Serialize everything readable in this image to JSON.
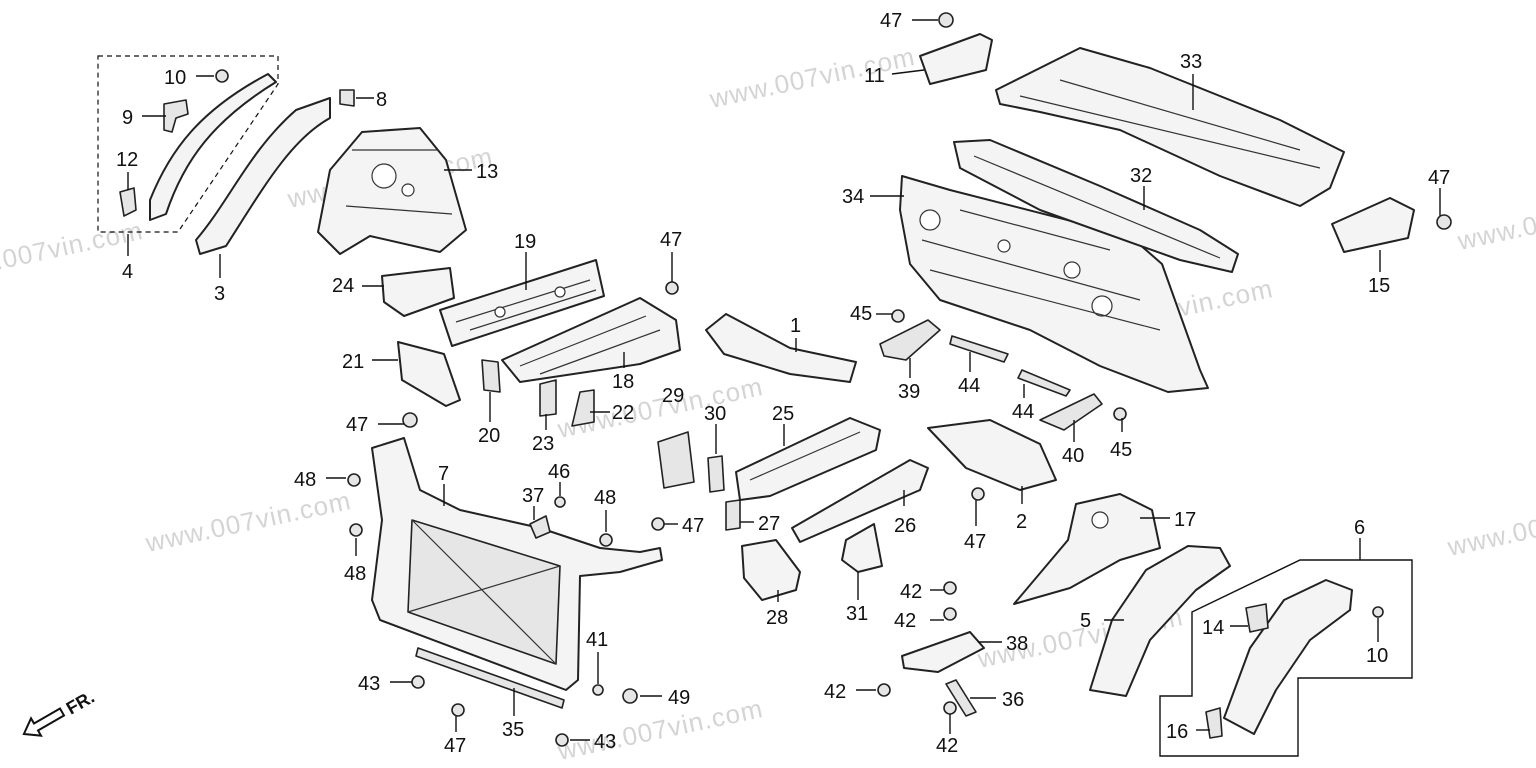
{
  "watermark": "www.007vin.com",
  "front_indicator": "FR.",
  "callouts": [
    {
      "id": "c47a",
      "label": "47"
    },
    {
      "id": "c11",
      "label": "11"
    },
    {
      "id": "c33",
      "label": "33"
    },
    {
      "id": "c10a",
      "label": "10"
    },
    {
      "id": "c8",
      "label": "8"
    },
    {
      "id": "c9",
      "label": "9"
    },
    {
      "id": "c12",
      "label": "12"
    },
    {
      "id": "c13",
      "label": "13"
    },
    {
      "id": "c4",
      "label": "4"
    },
    {
      "id": "c3",
      "label": "3"
    },
    {
      "id": "c19",
      "label": "19"
    },
    {
      "id": "c47b",
      "label": "47"
    },
    {
      "id": "c24",
      "label": "24"
    },
    {
      "id": "c1",
      "label": "1"
    },
    {
      "id": "c32",
      "label": "32"
    },
    {
      "id": "c34",
      "label": "34"
    },
    {
      "id": "c47c",
      "label": "47"
    },
    {
      "id": "c15",
      "label": "15"
    },
    {
      "id": "c45a",
      "label": "45"
    },
    {
      "id": "c21",
      "label": "21"
    },
    {
      "id": "c18",
      "label": "18"
    },
    {
      "id": "c29",
      "label": "29"
    },
    {
      "id": "c39",
      "label": "39"
    },
    {
      "id": "c44a",
      "label": "44"
    },
    {
      "id": "c44b",
      "label": "44"
    },
    {
      "id": "c47d",
      "label": "47"
    },
    {
      "id": "c22",
      "label": "22"
    },
    {
      "id": "c30",
      "label": "30"
    },
    {
      "id": "c25",
      "label": "25"
    },
    {
      "id": "c20",
      "label": "20"
    },
    {
      "id": "c23",
      "label": "23"
    },
    {
      "id": "c40",
      "label": "40"
    },
    {
      "id": "c45b",
      "label": "45"
    },
    {
      "id": "c48a",
      "label": "48"
    },
    {
      "id": "c7",
      "label": "7"
    },
    {
      "id": "c46",
      "label": "46"
    },
    {
      "id": "c37",
      "label": "37"
    },
    {
      "id": "c48b",
      "label": "48"
    },
    {
      "id": "c47e",
      "label": "47"
    },
    {
      "id": "c27",
      "label": "27"
    },
    {
      "id": "c26",
      "label": "26"
    },
    {
      "id": "c2",
      "label": "2"
    },
    {
      "id": "c47f",
      "label": "47"
    },
    {
      "id": "c17",
      "label": "17"
    },
    {
      "id": "c6",
      "label": "6"
    },
    {
      "id": "c48c",
      "label": "48"
    },
    {
      "id": "c28",
      "label": "28"
    },
    {
      "id": "c31",
      "label": "31"
    },
    {
      "id": "c42a",
      "label": "42"
    },
    {
      "id": "c42b",
      "label": "42"
    },
    {
      "id": "c38",
      "label": "38"
    },
    {
      "id": "c5",
      "label": "5"
    },
    {
      "id": "c14",
      "label": "14"
    },
    {
      "id": "c10b",
      "label": "10"
    },
    {
      "id": "c41",
      "label": "41"
    },
    {
      "id": "c43a",
      "label": "43"
    },
    {
      "id": "c49",
      "label": "49"
    },
    {
      "id": "c35",
      "label": "35"
    },
    {
      "id": "c47g",
      "label": "47"
    },
    {
      "id": "c43b",
      "label": "43"
    },
    {
      "id": "c42c",
      "label": "42"
    },
    {
      "id": "c36",
      "label": "36"
    },
    {
      "id": "c42d",
      "label": "42"
    },
    {
      "id": "c16",
      "label": "16"
    }
  ]
}
